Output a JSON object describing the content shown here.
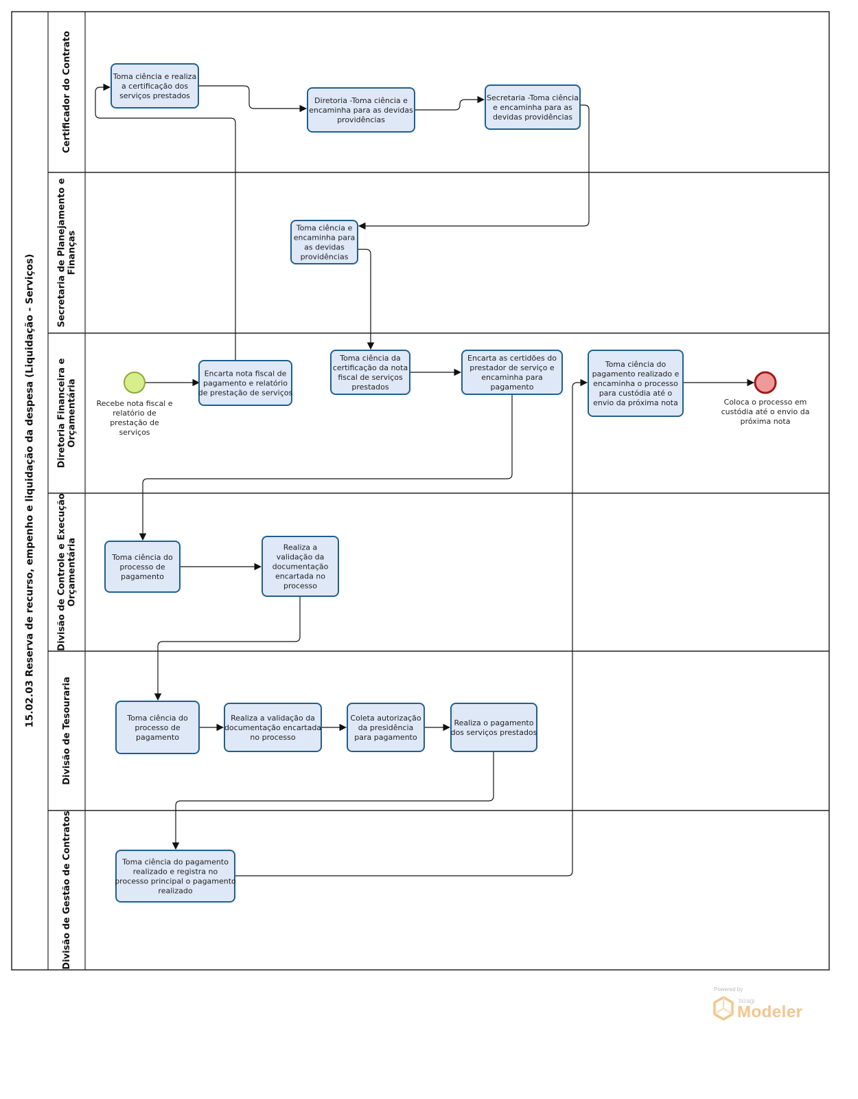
{
  "pool": {
    "title": "15.02.03 Reserva de recurso, empenho e liquidação da despesa (Liquidação - Serviços)"
  },
  "lanes": [
    {
      "id": "cert",
      "label": [
        "Certificador do Contrato"
      ]
    },
    {
      "id": "spf",
      "label": [
        "Secretaria de Planejamento e",
        "Finanças"
      ]
    },
    {
      "id": "dfo",
      "label": [
        "Diretoria Financeira e",
        "Orçamentária"
      ]
    },
    {
      "id": "dceo",
      "label": [
        "Divisão de Controle e Execução",
        "Orçamentária"
      ]
    },
    {
      "id": "dt",
      "label": [
        "Divisão de Tesouraria"
      ]
    },
    {
      "id": "dgc",
      "label": [
        "Divisão de Gestão de Contratos"
      ]
    }
  ],
  "tasks": [
    {
      "id": "t1",
      "lines": [
        "Toma ciência e realiza",
        "a certificação dos",
        "serviços prestados"
      ]
    },
    {
      "id": "t2",
      "lines": [
        "Diretoria -Toma ciência e",
        "encaminha para as devidas",
        "providências"
      ]
    },
    {
      "id": "t3",
      "lines": [
        "Secretaria -Toma ciência",
        "e encaminha para as",
        "devidas providências"
      ]
    },
    {
      "id": "t4",
      "lines": [
        "Toma ciência e",
        "encaminha para",
        "as devidas",
        "providências"
      ]
    },
    {
      "id": "t5",
      "lines": [
        "Encarta nota fiscal de",
        "pagamento e relatório",
        "de prestação de serviços"
      ]
    },
    {
      "id": "t6",
      "lines": [
        "Toma ciência da",
        "certificação da nota",
        "fiscal de serviços",
        "prestados"
      ]
    },
    {
      "id": "t7",
      "lines": [
        "Encarta as certidões do",
        "prestador de serviço e",
        "encaminha para",
        "pagamento"
      ]
    },
    {
      "id": "t8",
      "lines": [
        "Toma ciência do",
        "pagamento realizado e",
        "encaminha o processo",
        "para custódia até o",
        "envio da próxima nota"
      ]
    },
    {
      "id": "t9",
      "lines": [
        "Toma ciência do",
        "processo de",
        "pagamento"
      ]
    },
    {
      "id": "t10",
      "lines": [
        "Realiza a",
        "validação da",
        "documentação",
        "encartada no",
        "processo"
      ]
    },
    {
      "id": "t11",
      "lines": [
        "Toma ciência do",
        "processo de",
        "pagamento"
      ]
    },
    {
      "id": "t12",
      "lines": [
        "Realiza a validação da",
        "documentação encartada",
        "no processo"
      ]
    },
    {
      "id": "t13",
      "lines": [
        "Coleta autorização",
        "da presidência",
        "para pagamento"
      ]
    },
    {
      "id": "t14",
      "lines": [
        "Realiza o pagamento",
        "dos serviços prestados"
      ]
    },
    {
      "id": "t15",
      "lines": [
        "Toma ciência do pagamento",
        "realizado e registra no",
        "processo principal o pagamento",
        "realizado"
      ]
    }
  ],
  "events": [
    {
      "id": "start",
      "type": "start",
      "color": "#d8ee8c",
      "stroke": "#8aa835",
      "lines": [
        "Recebe nota fiscal e",
        "relatório de",
        "prestação de",
        "serviços"
      ]
    },
    {
      "id": "end",
      "type": "end",
      "color": "#ef9a9a",
      "stroke": "#a01818",
      "lines": [
        "Coloca o processo em",
        "custódia até o envio da",
        "próxima nota"
      ]
    }
  ],
  "colors": {
    "task_fill": "#dfe8f7",
    "task_stroke": "#1f5f8b",
    "flow": "#111111",
    "lane_line": "#222222"
  },
  "branding": {
    "powered": "Powered by",
    "vendor": "bizagi",
    "product": "Modeler"
  }
}
